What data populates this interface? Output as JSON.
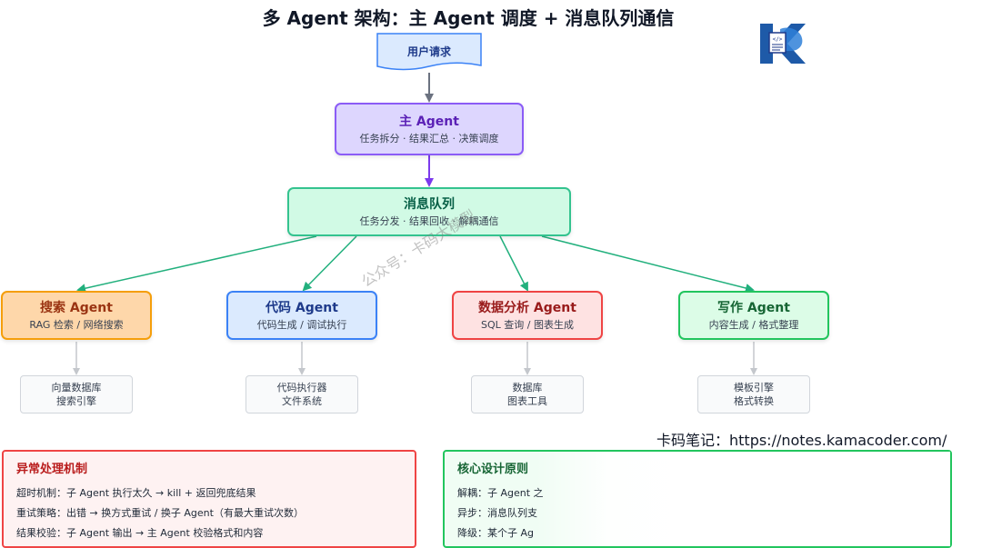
{
  "title": "多 Agent 架构：主 Agent 调度 + 消息队列通信",
  "user_request": "用户请求",
  "main_agent": {
    "title": "主 Agent",
    "desc": "任务拆分 · 结果汇总 · 决策调度"
  },
  "queue": {
    "title": "消息队列",
    "desc": "任务分发 · 结果回收 · 解耦通信"
  },
  "agents": [
    {
      "title": "搜索 Agent",
      "desc": "RAG 检索 / 网络搜索",
      "tools": [
        "向量数据库",
        "搜索引擎"
      ]
    },
    {
      "title": "代码 Agent",
      "desc": "代码生成 / 调试执行",
      "tools": [
        "代码执行器",
        "文件系统"
      ]
    },
    {
      "title": "数据分析 Agent",
      "desc": "SQL 查询 / 图表生成",
      "tools": [
        "数据库",
        "图表工具"
      ]
    },
    {
      "title": "写作 Agent",
      "desc": "内容生成 / 格式整理",
      "tools": [
        "模板引擎",
        "格式转换"
      ]
    }
  ],
  "watermark": "公众号：卡码大模型",
  "site_note": "卡码笔记：https://notes.kamacoder.com/",
  "exception_panel": {
    "title": "异常处理机制",
    "lines": [
      "超时机制：子 Agent 执行太久 → kill + 返回兜底结果",
      "重试策略：出错 → 换方式重试 / 换子 Agent（有最大重试次数）",
      "结果校验：子 Agent 输出 → 主 Agent 校验格式和内容"
    ]
  },
  "design_panel": {
    "title": "核心设计原则",
    "lines": [
      "解耦：子 Agent 之",
      "异步：消息队列支",
      "降级：某个子 Ag"
    ]
  },
  "colors": {
    "main": "#8b5cf6",
    "queue": "#22b07d",
    "search": "#f59e0b",
    "code": "#3b82f6",
    "data": "#ef4444",
    "write": "#22c55e"
  },
  "icons": [
    "kamacoder-logo-icon"
  ]
}
